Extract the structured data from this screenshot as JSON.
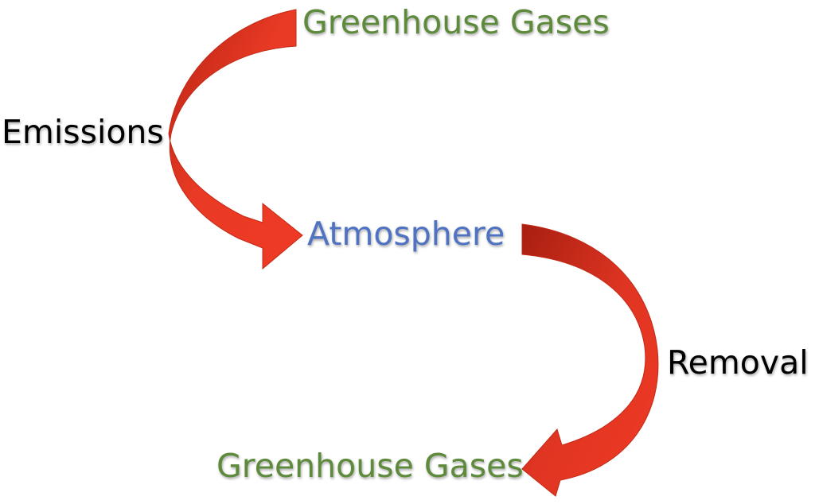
{
  "diagram": {
    "source_top": "Greenhouse Gases",
    "process_emissions": "Emissions",
    "reservoir": "Atmosphere",
    "process_removal": "Removal",
    "sink_bottom": "Greenhouse Gases"
  },
  "colors": {
    "source_text": "#5e8a3c",
    "reservoir_text": "#4f72c2",
    "process_text": "#000000",
    "arrow_fill": "#e83a24",
    "arrow_dark": "#b52213"
  },
  "icons": {
    "emissions_arrow": "curved-arrow-down-right",
    "removal_arrow": "curved-arrow-down-left"
  }
}
